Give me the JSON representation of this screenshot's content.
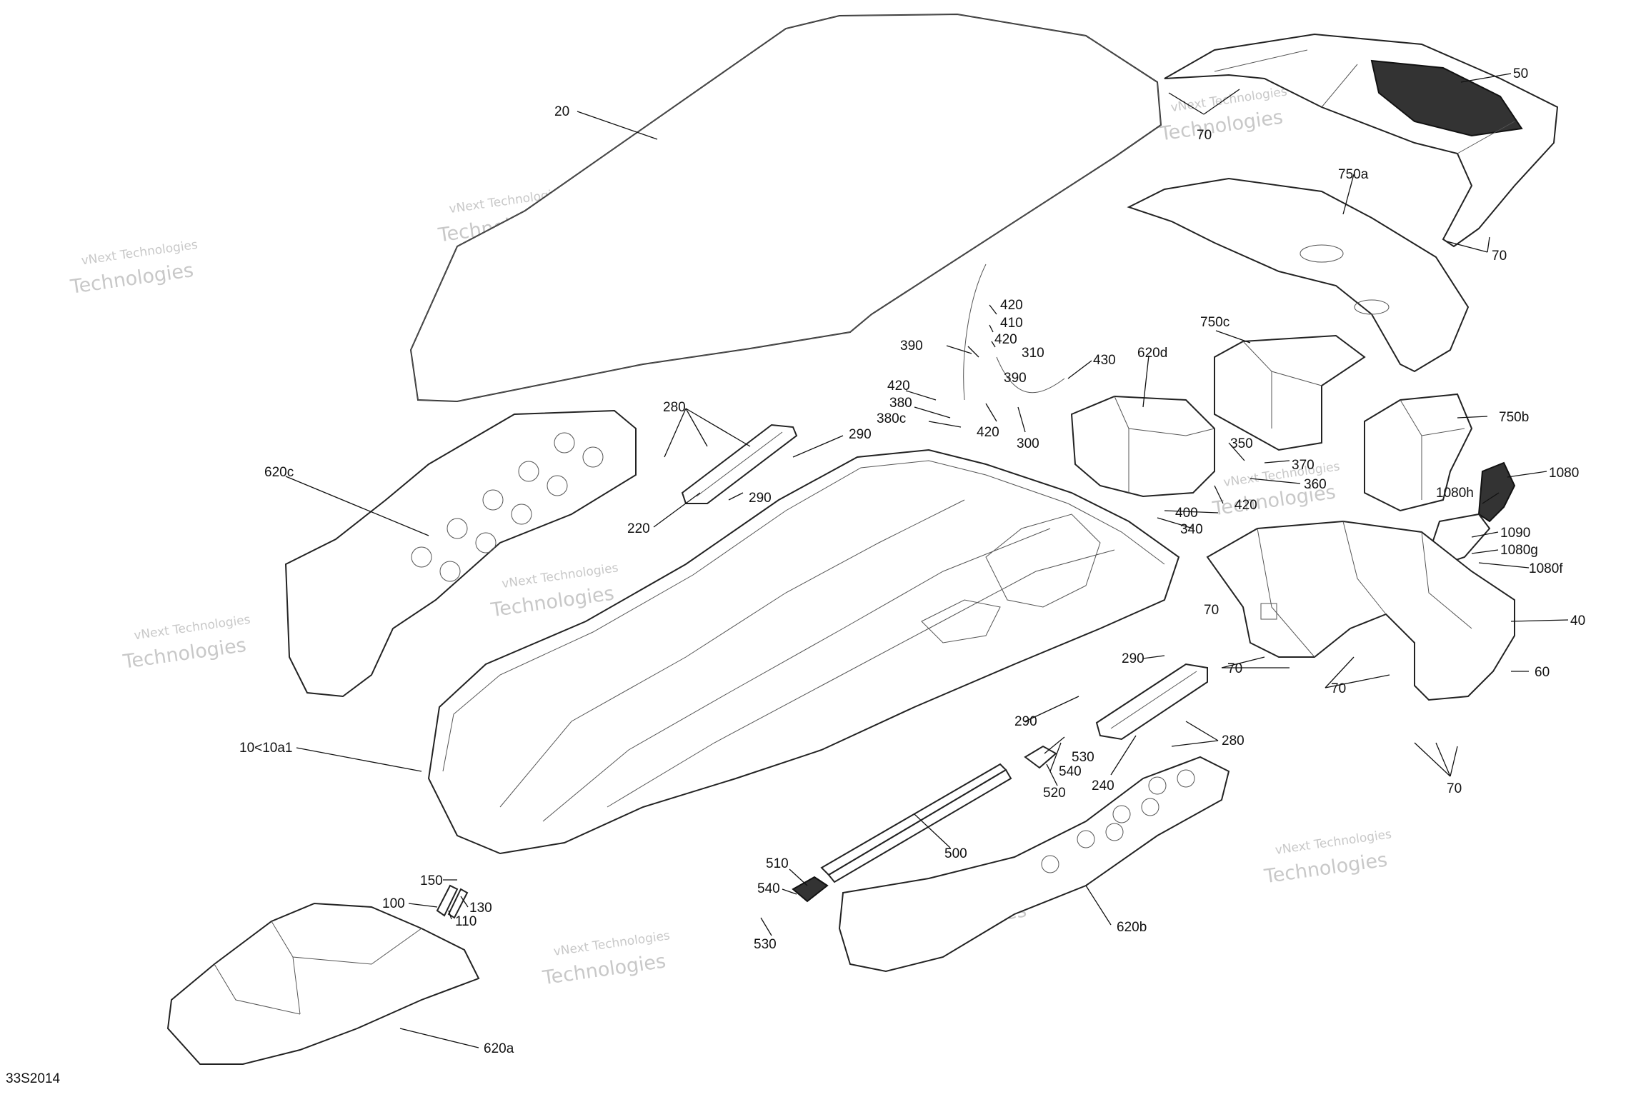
{
  "diagram_code": "33S2014",
  "watermark": {
    "line1": "vNext Technologies",
    "line2": "Technologies"
  },
  "callouts": {
    "c20": "20",
    "c50": "50",
    "c70a": "70",
    "c750a": "750a",
    "c70b": "70",
    "c420a": "420",
    "c410": "410",
    "c420b": "420",
    "c310": "310",
    "c390a": "390",
    "c390b": "390",
    "c430": "430",
    "c620d": "620d",
    "c420c": "420",
    "c380": "380",
    "c380c": "380c",
    "c420d": "420",
    "c300": "300",
    "c750c": "750c",
    "c750b": "750b",
    "c280a": "280",
    "c290a": "290",
    "c290b": "290",
    "c220": "220",
    "c620c": "620c",
    "c350": "350",
    "c370": "370",
    "c360": "360",
    "c420e": "420",
    "c400": "400",
    "c340": "340",
    "c1080": "1080",
    "c1080h": "1080h",
    "c1090": "1090",
    "c1080g": "1080g",
    "c1080f": "1080f",
    "c40": "40",
    "c70c": "70",
    "c70d": "70",
    "c70e": "70",
    "c60": "60",
    "c70f": "70",
    "c290c": "290",
    "c290d": "290",
    "c280b": "280",
    "c530a": "530",
    "c540a": "540",
    "c520": "520",
    "c240": "240",
    "c10": "10<10a1",
    "c500": "500",
    "c510": "510",
    "c540b": "540",
    "c530b": "530",
    "c150": "150",
    "c100": "100",
    "c130": "130",
    "c110": "110",
    "c620b": "620b",
    "c620a": "620a"
  }
}
